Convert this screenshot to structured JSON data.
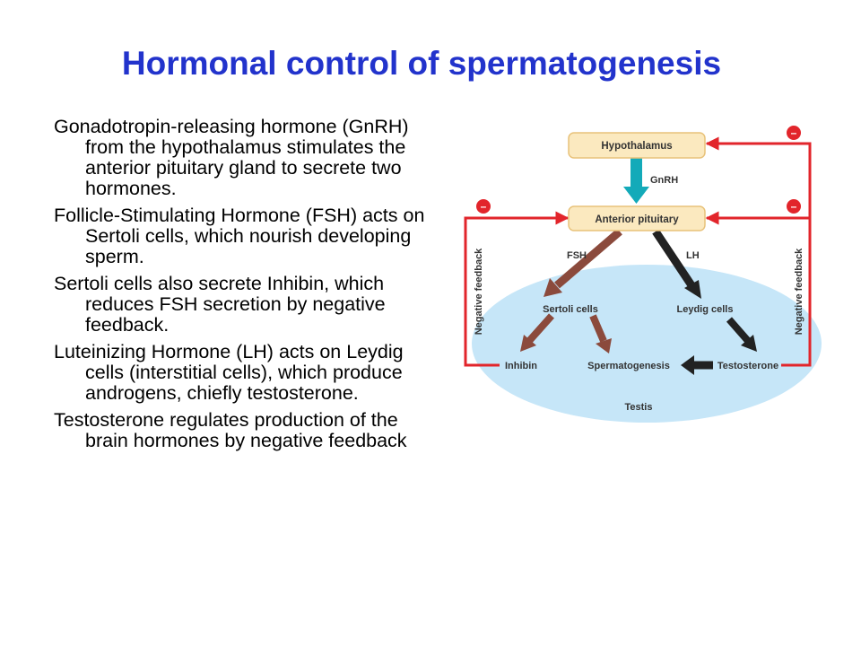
{
  "slide": {
    "title": "Hormonal control of spermatogenesis",
    "bullets": [
      "Gonadotropin-releasing hormone (GnRH) from the hypothalamus stimulates the anterior pituitary gland to secrete two hormones.",
      "Follicle-Stimulating Hormone (FSH) acts on Sertoli cells, which nourish developing sperm.",
      "Sertoli cells also secrete Inhibin, which reduces FSH secretion by negative feedback.",
      "Luteinizing Hormone (LH) acts on Leydig cells (interstitial cells), which produce androgens, chiefly testosterone.",
      "Testosterone regulates production of the brain hormones by negative feedback"
    ]
  },
  "diagram": {
    "nodes": {
      "hypothalamus": "Hypothalamus",
      "anterior_pituitary": "Anterior pituitary",
      "sertoli": "Sertoli cells",
      "leydig": "Leydig cells",
      "inhibin": "Inhibin",
      "spermatogenesis": "Spermatogenesis",
      "testosterone": "Testosterone",
      "testis": "Testis"
    },
    "edge_labels": {
      "gnrh": "GnRH",
      "fsh": "FSH",
      "lh": "LH",
      "negative_feedback_left": "Negative feedback",
      "negative_feedback_right": "Negative feedback"
    },
    "minus_signs": [
      "–",
      "–",
      "–"
    ],
    "colors": {
      "box_fill": "#fbe9bf",
      "box_stroke": "#e8c27a",
      "testis_fill": "#c6e6f8",
      "gnrh_arrow": "#13aab9",
      "fsh_arrow": "#8b4a3c",
      "lh_arrow": "#222222",
      "feedback": "#e2252b",
      "title": "#2233cc"
    }
  }
}
